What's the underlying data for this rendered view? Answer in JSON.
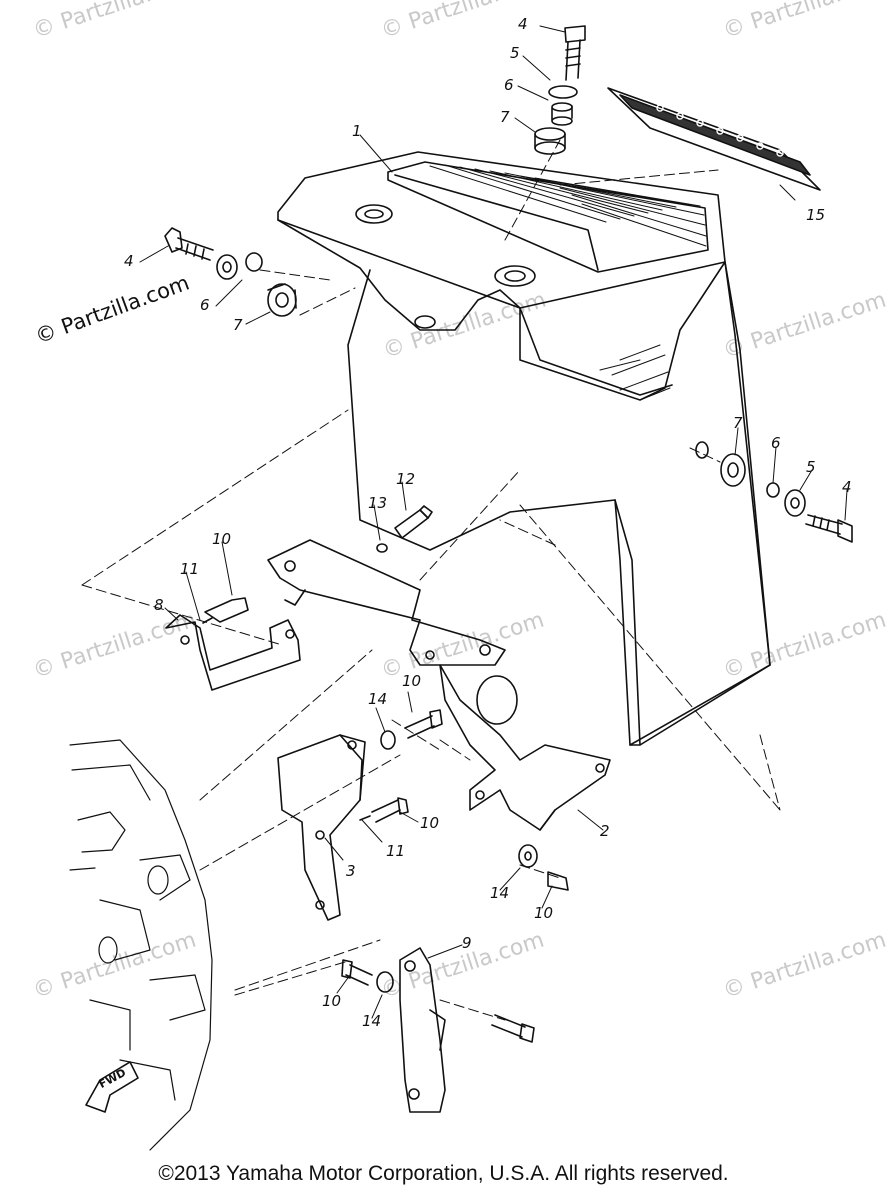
{
  "copyright": "©2013 Yamaha Motor Corporation, U.S.A. All rights reserved.",
  "overlay_watermark": "© Partzilla.com",
  "background_watermark": "© Partzilla.com",
  "fwd_label": "FWD",
  "callouts": [
    "1",
    "2",
    "3",
    "4",
    "4",
    "4",
    "5",
    "5",
    "6",
    "6",
    "6",
    "7",
    "7",
    "7",
    "8",
    "9",
    "10",
    "10",
    "10",
    "10",
    "10",
    "11",
    "11",
    "12",
    "13",
    "14",
    "14",
    "14",
    "15"
  ],
  "colors": {
    "ink": "#111111",
    "watermark": "#c9c9c9",
    "background": "#ffffff"
  }
}
